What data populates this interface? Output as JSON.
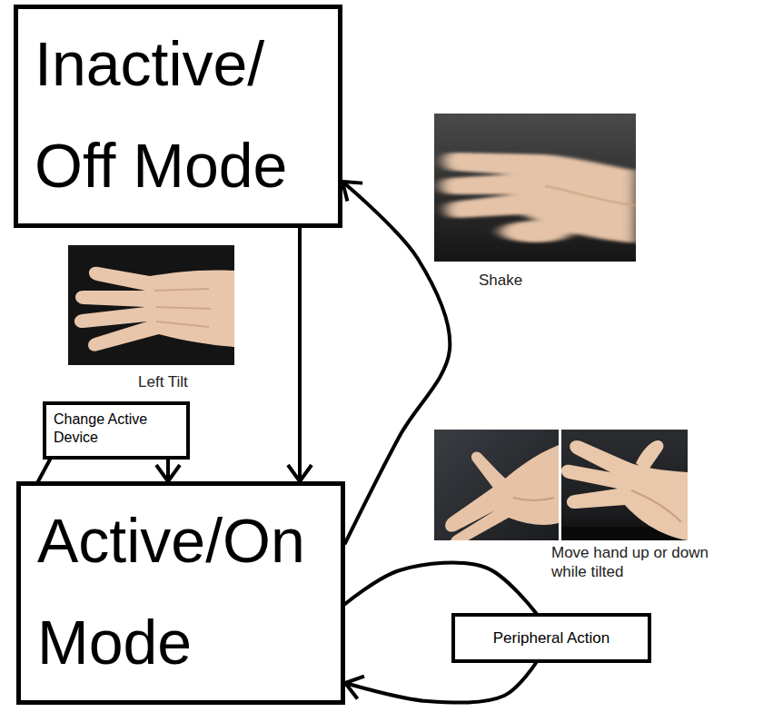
{
  "diagram": {
    "nodes": [
      {
        "text": [
          "Inactive/ Off Mode"
        ]
      },
      {
        "text": [
          "Change Active Device"
        ]
      },
      {
        "text": [
          "Active/On Mode"
        ]
      },
      {
        "text": [
          "Peripheral Action"
        ]
      }
    ],
    "edges": [
      {
        "from": 0,
        "to": 2,
        "arrow": "to"
      },
      {
        "from": 2,
        "to": 0,
        "arrow": "to"
      },
      {
        "from": 2,
        "to": 1,
        "arrow": "none"
      },
      {
        "from": 1,
        "to": 2,
        "arrow": "to"
      },
      {
        "from": 2,
        "to": 3,
        "arrow": "none"
      },
      {
        "from": 3,
        "to": 2,
        "arrow": "to"
      }
    ],
    "labels": [
      "Shake",
      "Left Tilt",
      "Move hand up or down while tilted"
    ]
  }
}
